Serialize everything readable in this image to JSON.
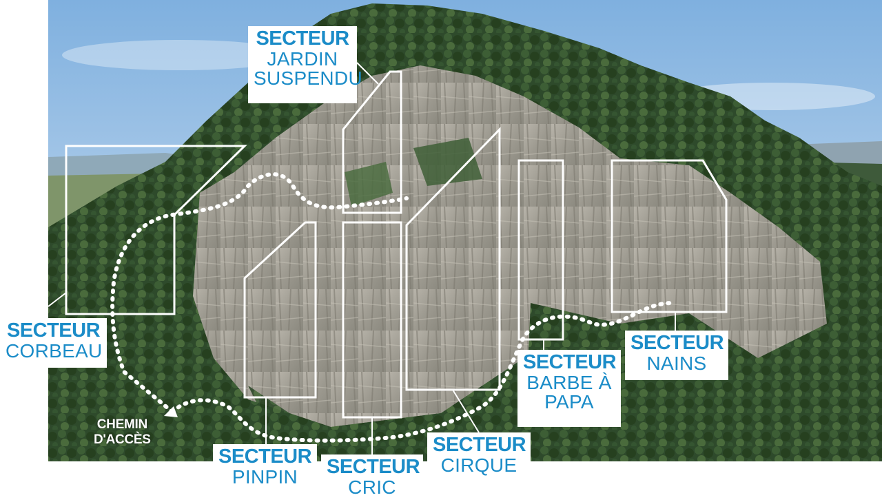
{
  "colors": {
    "label_text": "#1b8cc8",
    "outline": "#ffffff",
    "sky": "#8fb9e0",
    "forest": "#2f4a2a",
    "rock": "#a8a49a"
  },
  "sectors": [
    {
      "id": "jardin-suspendu",
      "line1": "SECTEUR",
      "line2": "JARDIN",
      "line3": "SUSPENDU"
    },
    {
      "id": "corbeau",
      "line1": "SECTEUR",
      "line2": "CORBEAU"
    },
    {
      "id": "pinpin",
      "line1": "SECTEUR",
      "line2": "PINPIN"
    },
    {
      "id": "cric",
      "line1": "SECTEUR",
      "line2": "CRIC"
    },
    {
      "id": "cirque",
      "line1": "SECTEUR",
      "line2": "CIRQUE"
    },
    {
      "id": "barbe-a-papa",
      "line1": "SECTEUR",
      "line2": "BARBE À",
      "line3": "PAPA"
    },
    {
      "id": "nains",
      "line1": "SECTEUR",
      "line2": "NAINS"
    }
  ],
  "access_path": {
    "line1": "CHEMIN",
    "line2": "D'ACCÈS"
  }
}
